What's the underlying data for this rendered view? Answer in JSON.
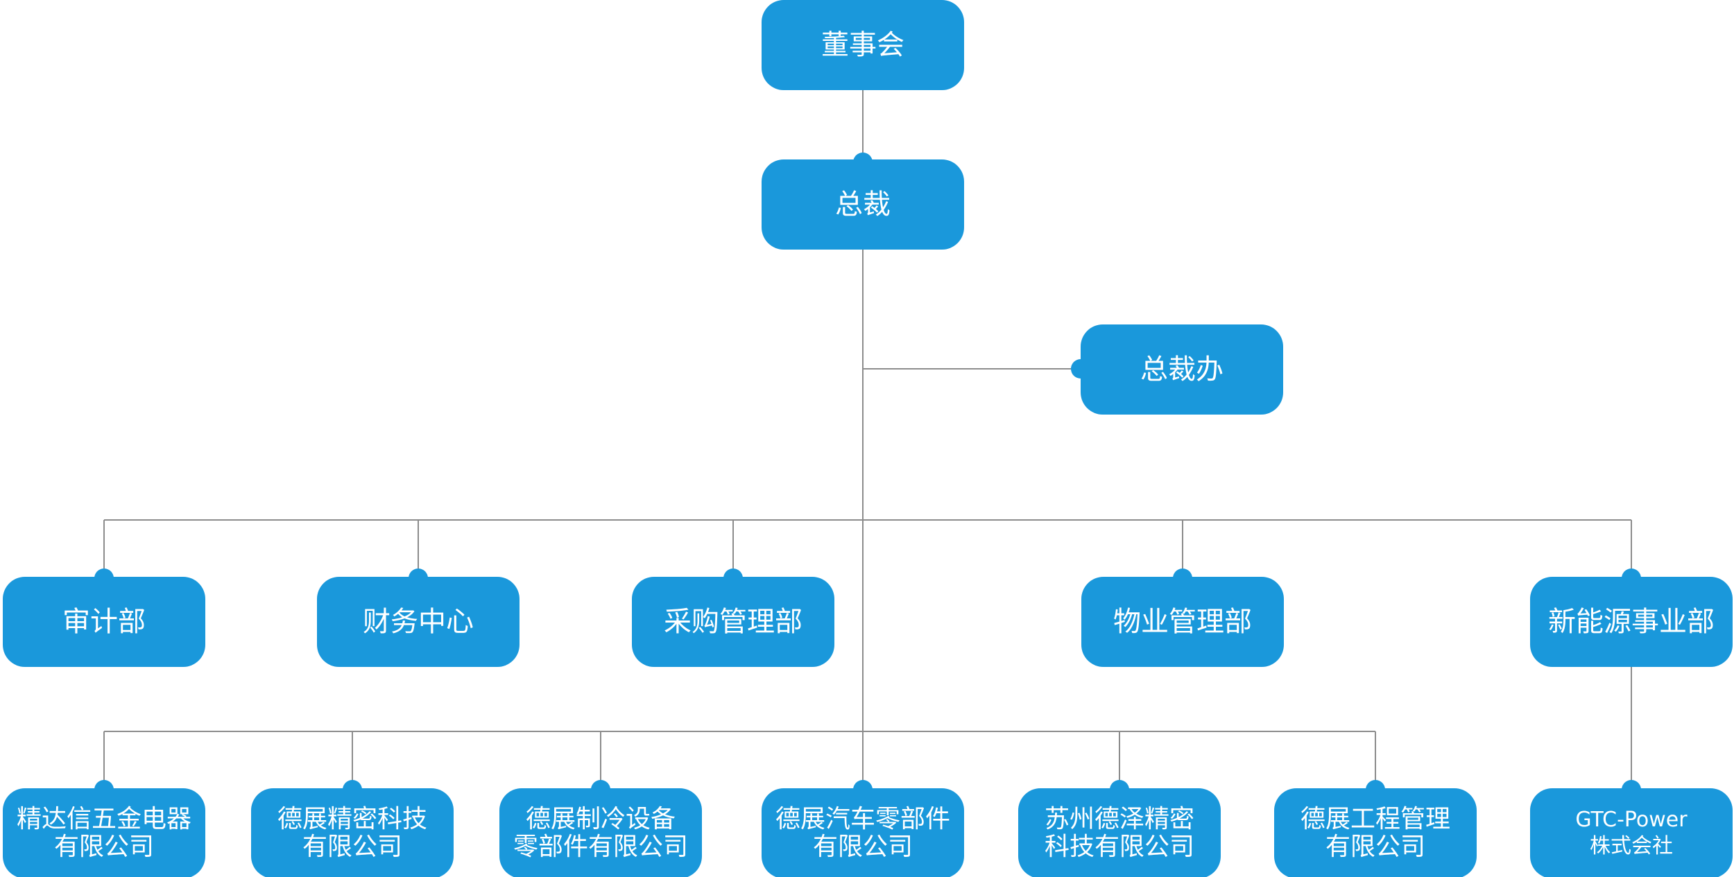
{
  "colors": {
    "box": "#1a98db",
    "line": "#8c8c8c",
    "text": "#ffffff"
  },
  "nodes": {
    "board": "董事会",
    "president": "总裁",
    "president_office": "总裁办",
    "audit": "审计部",
    "finance": "财务中心",
    "procurement": "采购管理部",
    "property": "物业管理部",
    "new_energy": "新能源事业部",
    "jingdaxin": "精达信五金电器\n有限公司",
    "dezhan_precision": "德展精密科技\n有限公司",
    "dezhan_refrigeration": "德展制冷设备\n零部件有限公司",
    "dezhan_auto": "德展汽车零部件\n有限公司",
    "suzhou_deze": "苏州德泽精密\n科技有限公司",
    "dezhan_engineering": "德展工程管理\n有限公司",
    "gtc_power": "GTC-Power\n株式会社"
  }
}
